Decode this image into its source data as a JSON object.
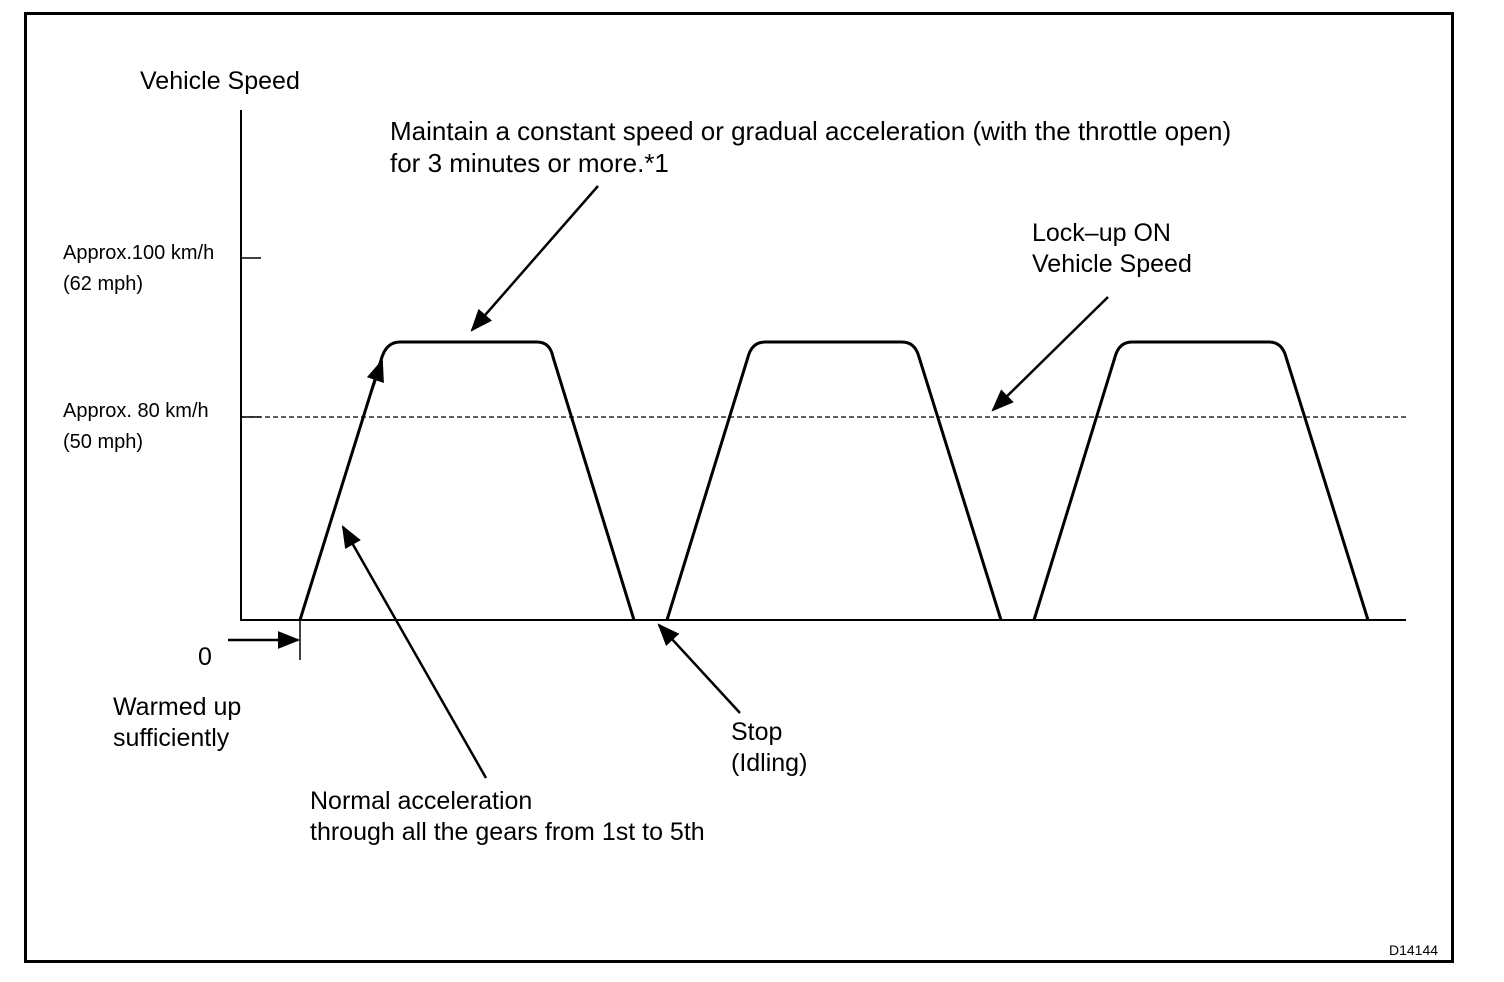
{
  "labels": {
    "y_axis_title": "Vehicle Speed",
    "tick_100": "Approx.100 km/h\n(62 mph)",
    "tick_80": "Approx. 80 km/h\n(50 mph)",
    "zero": "0",
    "maintain_note": "Maintain a constant speed or gradual acceleration (with the throttle open)\nfor 3 minutes or more.*1",
    "lockup_note": "Lock–up ON\nVehicle Speed",
    "warmed_note": "Warmed up\nsufficiently",
    "stop_note": "Stop\n(Idling)",
    "normal_accel_note": "Normal acceleration\nthrough all the gears from 1st to 5th",
    "figure_id": "D14144"
  },
  "colors": {
    "line": "#000000",
    "background": "#ffffff"
  }
}
